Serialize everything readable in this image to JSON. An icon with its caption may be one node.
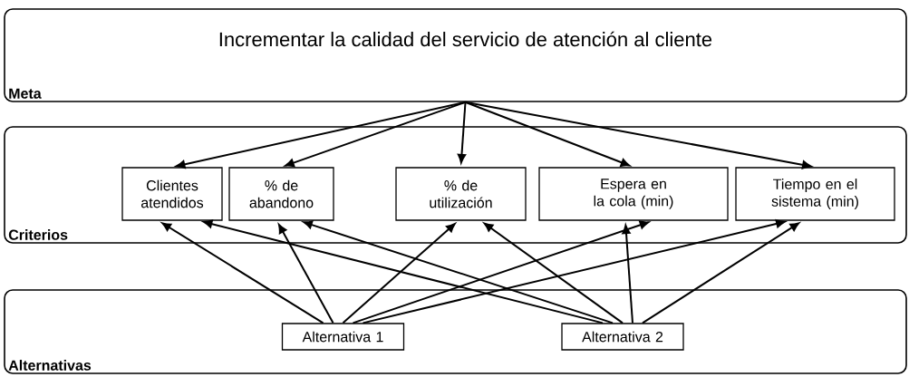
{
  "diagram": {
    "nodes": [
      {
        "text": [
          "Incrementar la calidad del servicio de atención al cliente",
          "Meta"
        ]
      },
      {
        "text": [
          "Criterios"
        ]
      },
      {
        "text": [
          "Clientes atendidos"
        ],
        "in": 1
      },
      {
        "text": [
          "% de abandono"
        ],
        "in": 1
      },
      {
        "text": [
          "% de utilización"
        ],
        "in": 1
      },
      {
        "text": [
          "Espera en la cola (min)"
        ],
        "in": 1
      },
      {
        "text": [
          "Tiempo en el sistema (min)"
        ],
        "in": 1
      },
      {
        "text": [
          "Alternativas"
        ]
      },
      {
        "text": [
          "Alternativa 1"
        ],
        "in": 7
      },
      {
        "text": [
          "Alternativa 2"
        ],
        "in": 7
      }
    ],
    "edges": [
      {
        "from": 0,
        "to": 2,
        "arrow": "to"
      },
      {
        "from": 0,
        "to": 3,
        "arrow": "to"
      },
      {
        "from": 0,
        "to": 4,
        "arrow": "to"
      },
      {
        "from": 0,
        "to": 5,
        "arrow": "to"
      },
      {
        "from": 0,
        "to": 6,
        "arrow": "to"
      },
      {
        "from": 8,
        "to": 2,
        "arrow": "to"
      },
      {
        "from": 8,
        "to": 3,
        "arrow": "to"
      },
      {
        "from": 8,
        "to": 4,
        "arrow": "to"
      },
      {
        "from": 8,
        "to": 5,
        "arrow": "to"
      },
      {
        "from": 8,
        "to": 6,
        "arrow": "to"
      },
      {
        "from": 9,
        "to": 2,
        "arrow": "to"
      },
      {
        "from": 9,
        "to": 3,
        "arrow": "to"
      },
      {
        "from": 9,
        "to": 4,
        "arrow": "to"
      },
      {
        "from": 9,
        "to": 5,
        "arrow": "to"
      },
      {
        "from": 9,
        "to": 6,
        "arrow": "to"
      }
    ]
  }
}
